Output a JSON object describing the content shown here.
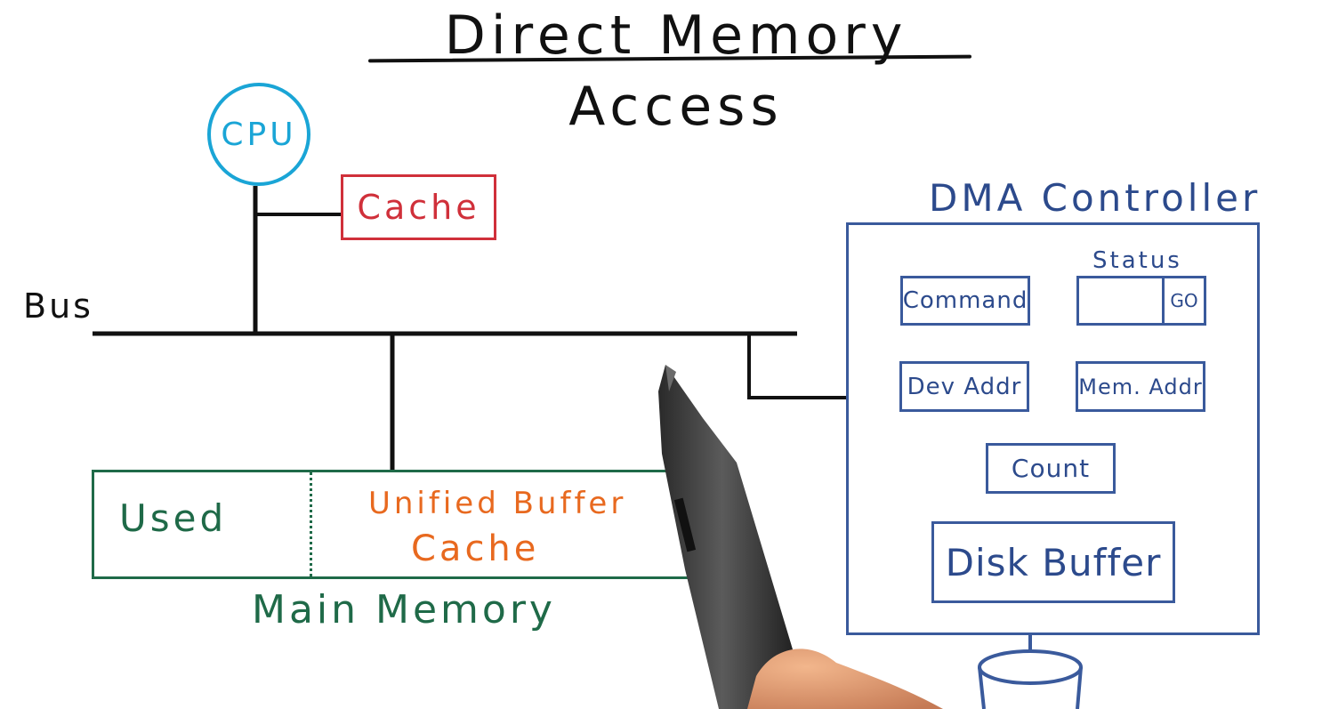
{
  "title": "Direct Memory Access",
  "cpu": {
    "label": "CPU"
  },
  "cache": {
    "label": "Cache"
  },
  "bus": {
    "label": "Bus"
  },
  "main_memory": {
    "used_label": "Used",
    "unified_line1": "Unified Buffer",
    "unified_line2": "Cache",
    "caption": "Main Memory"
  },
  "dma_controller": {
    "title": "DMA Controller",
    "registers": {
      "command": "Command",
      "status_label": "Status",
      "go": "GO",
      "dev_addr": "Dev Addr",
      "mem_addr": "Mem. Addr",
      "count": "Count",
      "disk_buffer": "Disk Buffer"
    }
  },
  "colors": {
    "cpu": "#1aa5d6",
    "cache": "#d0303a",
    "main_memory": "#1f6a48",
    "unified_buffer": "#e8691f",
    "dma": "#3a5a9c",
    "bus": "#111111"
  }
}
